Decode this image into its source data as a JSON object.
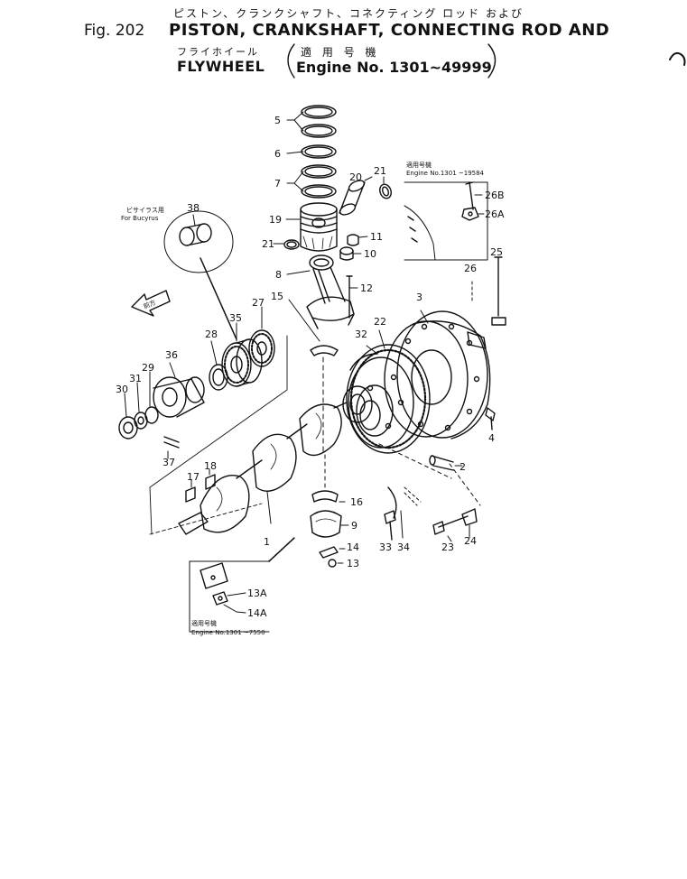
{
  "header": {
    "title_jp_line1": "ピストン、クランクシャフト、コネクティング ロッド および",
    "fig_label": "Fig. 202",
    "title_en_line1": "PISTON, CRANKSHAFT, CONNECTING ROD AND",
    "title_jp_line2": "フライホイール",
    "applicability_jp": "適 用 号 機",
    "title_en_line2": "FLYWHEEL",
    "engine_range": "Engine No. 1301~49999"
  },
  "insets": {
    "top_right_jp": "適用号機",
    "top_right_engine": "Engine No.1301 ~19584",
    "bucyrus_jp": "ビサイラス用",
    "bucyrus_en": "For Bucyrus",
    "bottom_left_jp": "適用号機",
    "bottom_left_engine": "Engine No.1301 ~7550",
    "arrow_jp": "前方"
  },
  "callouts": {
    "p1": "1",
    "p2": "2",
    "p3": "3",
    "p4": "4",
    "p5": "5",
    "p6": "6",
    "p7": "7",
    "p8": "8",
    "p9": "9",
    "p10": "10",
    "p11": "11",
    "p12": "12",
    "p13": "13",
    "p13a": "13A",
    "p14": "14",
    "p14a": "14A",
    "p15": "15",
    "p16": "16",
    "p17": "17",
    "p18": "18",
    "p19": "19",
    "p20": "20",
    "p21a": "21",
    "p21b": "21",
    "p22": "22",
    "p23": "23",
    "p24": "24",
    "p25": "25",
    "p26": "26",
    "p26a": "26A",
    "p26b": "26B",
    "p27": "27",
    "p28": "28",
    "p29": "29",
    "p30": "30",
    "p31": "31",
    "p32": "32",
    "p33": "33",
    "p34": "34",
    "p35": "35",
    "p36": "36",
    "p37": "37",
    "p38": "38"
  }
}
